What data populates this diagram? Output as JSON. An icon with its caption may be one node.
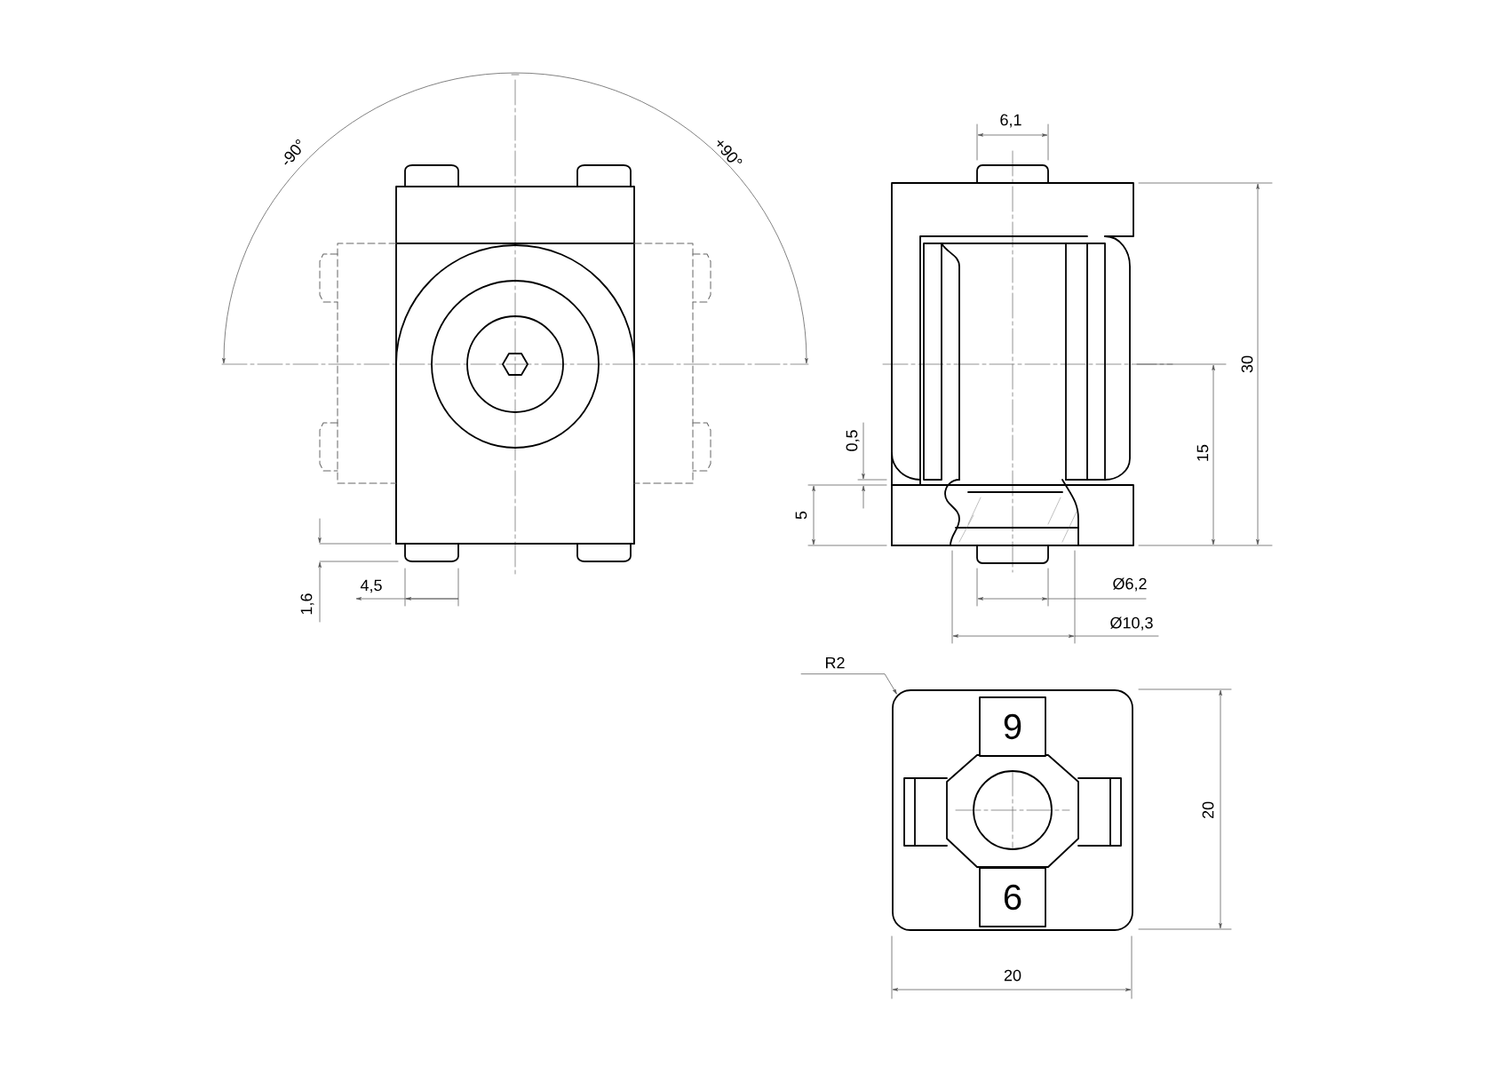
{
  "diagram": {
    "nodes": [
      {
        "text": [
          "R2"
        ]
      },
      {
        "text": [],
        "shape": "box"
      },
      {
        "text": [
          "9"
        ],
        "in": 1
      },
      {
        "text": [
          "6"
        ],
        "in": 1
      }
    ],
    "edges": [
      {
        "from": 0,
        "to": 1,
        "arrow": "to"
      }
    ],
    "labels": [
      "-90°",
      "+90°",
      "6,1",
      "30",
      "0,5",
      "15",
      "5",
      "1,6",
      "4,5",
      "Ø6,2",
      "Ø10,3",
      "20",
      "20"
    ]
  }
}
